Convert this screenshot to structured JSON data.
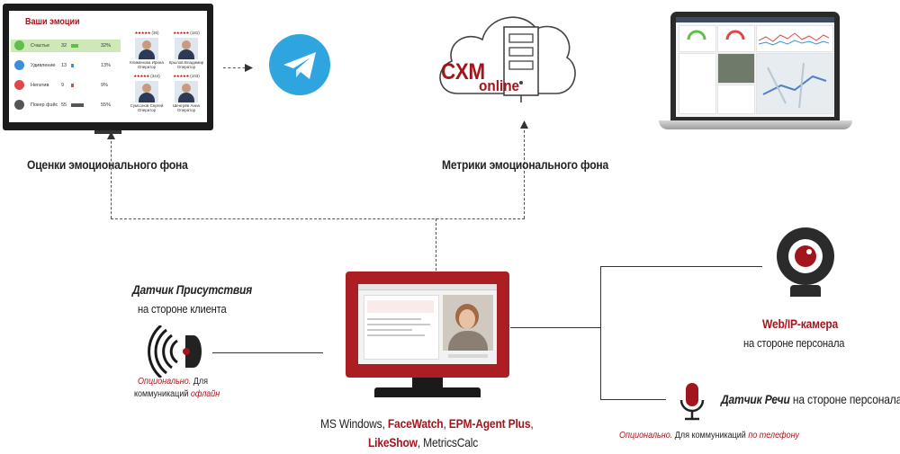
{
  "tablet": {
    "title": "Ваши эмоции",
    "emotions": [
      {
        "label": "Счастье",
        "count": "32",
        "pct": "32%",
        "color": "#5fbf4a",
        "bar_color": "#5fbf4a",
        "level": 0.32
      },
      {
        "label": "Удивление",
        "count": "13",
        "pct": "13%",
        "color": "#3d8fd8",
        "bar_color": "#3d8fd8",
        "level": 0.13
      },
      {
        "label": "Негатив",
        "count": "9",
        "pct": "9%",
        "color": "#e04848",
        "bar_color": "#e04848",
        "level": 0.09
      },
      {
        "label": "Покер фэйс",
        "count": "55",
        "pct": "55%",
        "color": "#555555",
        "bar_color": "#555555",
        "level": 0.55
      }
    ],
    "people": [
      {
        "stars": "★★★★★",
        "score": "(36)",
        "name": "Клименова Ирина",
        "role": "Оператор"
      },
      {
        "stars": "★★★★★",
        "score": "(181)",
        "name": "Крылов Владимир",
        "role": "Оператор"
      },
      {
        "stars": "★★★★★",
        "score": "(344)",
        "name": "Сумсонов Сергей",
        "role": "Оператор"
      },
      {
        "stars": "★★★★★",
        "score": "(103)",
        "name": "Шенгрёв Анна",
        "role": "Оператор"
      }
    ]
  },
  "captions": {
    "emotional_assessments": "Оценки эмоционального фона",
    "emotional_metrics": "Метрики эмоционального фона"
  },
  "cloud": {
    "brand_top": "CXM",
    "brand_bottom": "online"
  },
  "presence_sensor": {
    "title": "Датчик Присутствия",
    "subtitle": "на стороне клиента",
    "optional": "Опционально.",
    "note_1": " Для",
    "note_2": "коммуникаций ",
    "offline": "офлайн"
  },
  "webcam": {
    "title": "Web/IP-камера",
    "subtitle": "на стороне персонала"
  },
  "speech_sensor": {
    "title": "Датчик Речи",
    "subtitle": " на стороне персонала",
    "optional": "Опционально.",
    "note": " Для коммуникаций ",
    "by_phone": "по телефону"
  },
  "software": {
    "ms_windows": "MS Windows, ",
    "facewatch": "FaceWatch",
    "sep1": ",  ",
    "epm": "EPM-Agent Plus",
    "sep2": ",",
    "likeshow": "LikeShow",
    "sep3": ", MetricsCalc"
  },
  "colors": {
    "accent": "#a3151c",
    "telegram": "#2ea5df",
    "monitor": "#ad1e23"
  },
  "icons": [
    "telegram-icon",
    "cloud-server-icon",
    "laptop-icon",
    "monitor-icon",
    "presence-sensor-icon",
    "webcam-icon",
    "microphone-icon"
  ]
}
